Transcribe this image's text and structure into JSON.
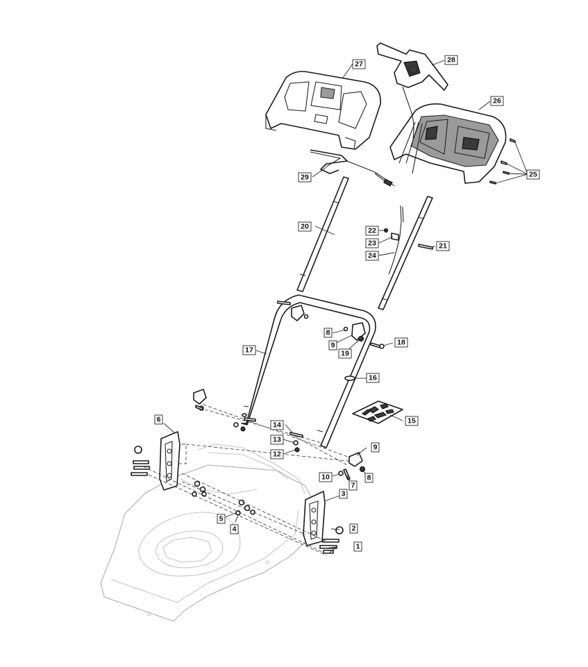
{
  "callouts": [
    {
      "id": "1",
      "text": "1"
    },
    {
      "id": "2",
      "text": "2"
    },
    {
      "id": "3",
      "text": "3"
    },
    {
      "id": "4",
      "text": "4"
    },
    {
      "id": "5",
      "text": "5"
    },
    {
      "id": "6",
      "text": "6"
    },
    {
      "id": "7",
      "text": "7"
    },
    {
      "id": "8a",
      "text": "8"
    },
    {
      "id": "8b",
      "text": "8"
    },
    {
      "id": "9a",
      "text": "9"
    },
    {
      "id": "9b",
      "text": "9"
    },
    {
      "id": "10",
      "text": "10"
    },
    {
      "id": "12",
      "text": "12"
    },
    {
      "id": "13",
      "text": "13"
    },
    {
      "id": "14",
      "text": "14"
    },
    {
      "id": "15",
      "text": "15"
    },
    {
      "id": "16",
      "text": "16"
    },
    {
      "id": "17",
      "text": "17"
    },
    {
      "id": "18",
      "text": "18"
    },
    {
      "id": "19",
      "text": "19"
    },
    {
      "id": "20",
      "text": "20"
    },
    {
      "id": "21",
      "text": "21"
    },
    {
      "id": "22",
      "text": "22"
    },
    {
      "id": "23",
      "text": "23"
    },
    {
      "id": "24",
      "text": "24"
    },
    {
      "id": "25",
      "text": "25"
    },
    {
      "id": "26",
      "text": "26"
    },
    {
      "id": "27",
      "text": "27"
    },
    {
      "id": "28",
      "text": "28"
    },
    {
      "id": "29",
      "text": "29"
    }
  ]
}
